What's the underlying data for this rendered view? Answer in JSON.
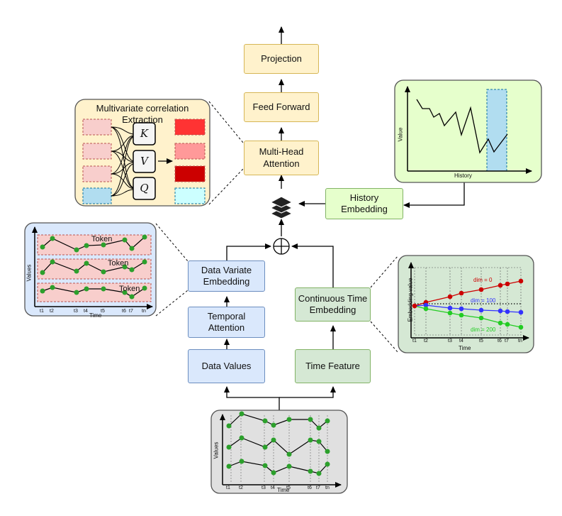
{
  "blocks": {
    "projection": "Projection",
    "feed_forward": "Feed Forward",
    "mha_line1": "Multi-Head",
    "mha_line2": "Attention",
    "history_line1": "History",
    "history_line2": "Embedding",
    "dve_line1": "Data Variate",
    "dve_line2": "Embedding",
    "ta_line1": "Temporal",
    "ta_line2": "Attention",
    "data_values": "Data Values",
    "cte_line1": "Continuous Time",
    "cte_line2": "Embedding",
    "time_feature": "Time Feature"
  },
  "corr_panel": {
    "title_line1": "Multivariate correlation",
    "title_line2": "Extraction",
    "k": "K",
    "v": "V",
    "q": "Q"
  },
  "history_panel": {
    "ylabel": "Value",
    "xlabel": "History"
  },
  "token_panel": {
    "ylabel": "Values",
    "xlabel": "Time",
    "token": "Token"
  },
  "cte_panel": {
    "ylabel": "Embedding value",
    "xlabel": "Time",
    "dim0": "dim = 0",
    "dim100": "dim = 100",
    "dim200": "dim = 200"
  },
  "input_panel": {
    "ylabel": "Values",
    "xlabel": "Time"
  },
  "time_ticks": [
    "t1",
    "t2",
    "t3",
    "t4",
    "t5",
    "t6",
    "t7",
    "tn"
  ],
  "colors": {
    "yellow_fill": "#fff2cc",
    "blue_fill": "#dae8fc",
    "green_fill": "#d5e8d4",
    "light_green_fill": "#e6ffcc",
    "point_green": "#2ca02c",
    "dim0_red": "#cc0000",
    "dim100_blue": "#3333ff",
    "dim200_green": "#22cc22"
  }
}
